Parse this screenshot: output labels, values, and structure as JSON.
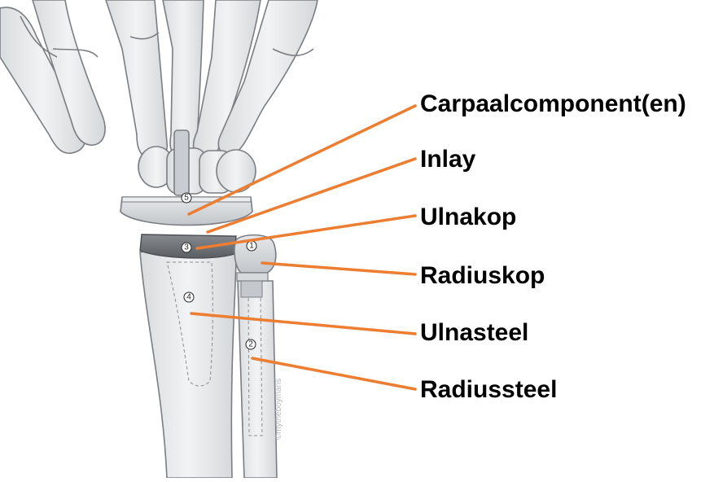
{
  "labels": [
    {
      "id": "carpal",
      "text": "Carpaalcomponent(en)"
    },
    {
      "id": "inlay",
      "text": "Inlay"
    },
    {
      "id": "ulnakop",
      "text": "Ulnakop"
    },
    {
      "id": "radiuskop",
      "text": "Radiuskop"
    },
    {
      "id": "ulnasteel",
      "text": "Ulnasteel"
    },
    {
      "id": "radiussteel",
      "text": "Radiussteel"
    }
  ],
  "markers": [
    "1",
    "2",
    "3",
    "4",
    "5"
  ],
  "credit": "©mytheboymans",
  "colors": {
    "leader_line": "#ED7D31",
    "bone": "#E9EBEC",
    "bone_outline": "#7A7E82",
    "implant_metal": "#D3D6D9",
    "inlay_dark": "#6B6E72"
  }
}
